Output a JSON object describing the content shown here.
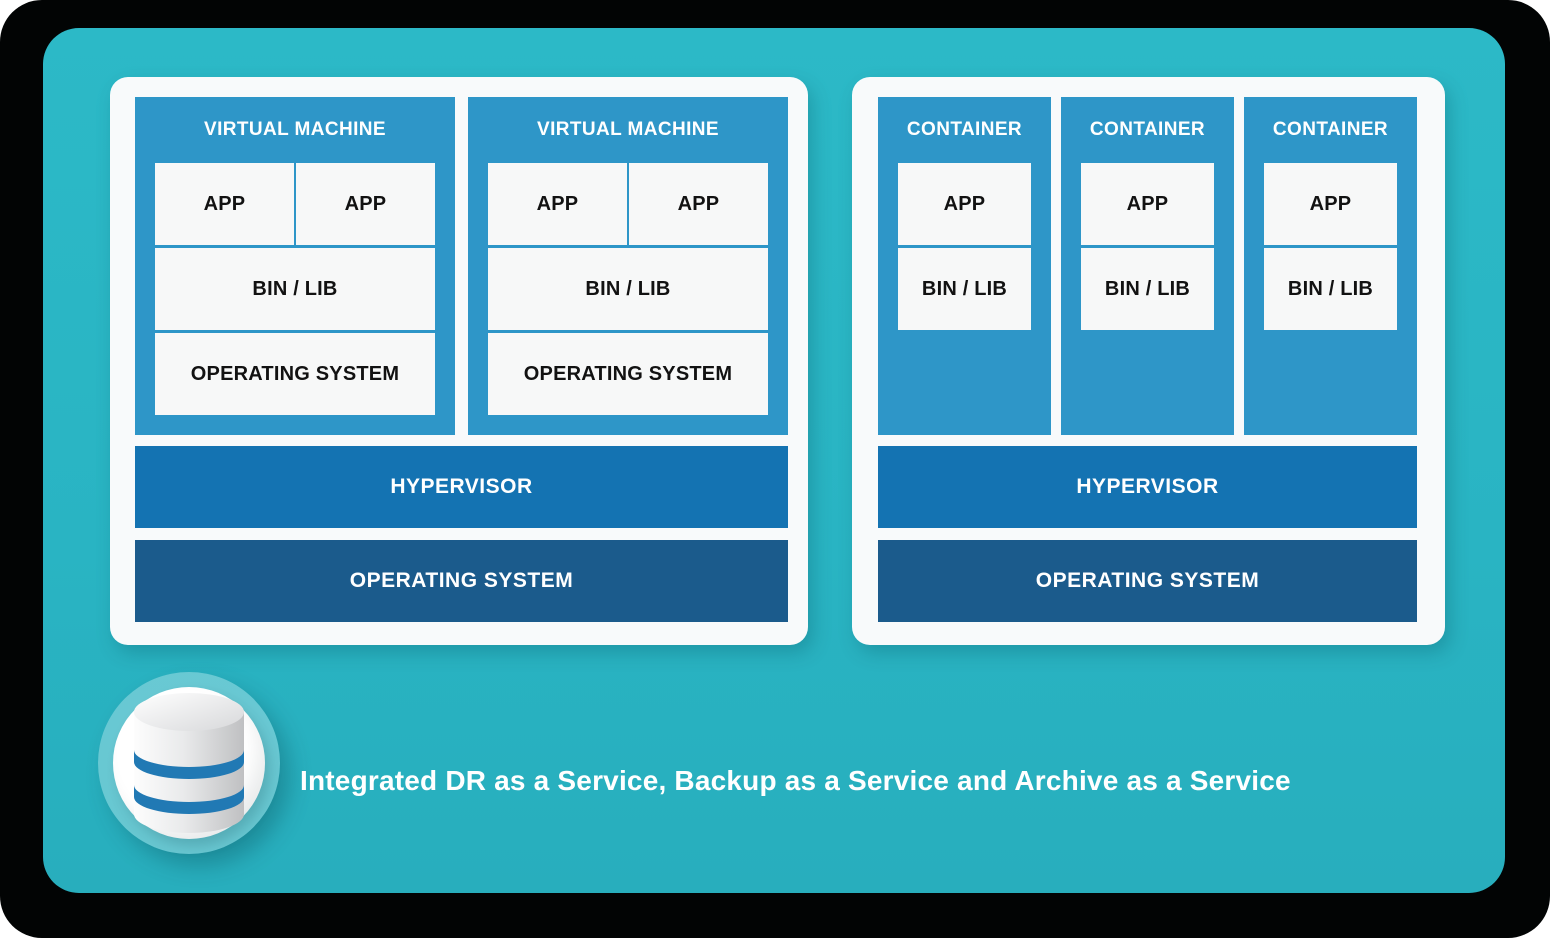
{
  "colors": {
    "outer_background": "#020404",
    "canvas_teal": "#29b4c3",
    "box_blue": "#2e96c8",
    "hypervisor_blue": "#1473b2",
    "os_dark_blue": "#1b5b8c",
    "panel_white": "#f8fafb",
    "cell_white": "#f7f8f8",
    "db_band_blue": "#2179b4"
  },
  "vm_panel": {
    "machines": [
      {
        "title": "VIRTUAL MACHINE",
        "app1": "APP",
        "app2": "APP",
        "binlib": "BIN / LIB",
        "os": "OPERATING SYSTEM"
      },
      {
        "title": "VIRTUAL MACHINE",
        "app1": "APP",
        "app2": "APP",
        "binlib": "BIN / LIB",
        "os": "OPERATING SYSTEM"
      }
    ],
    "hypervisor": "HYPERVISOR",
    "os": "OPERATING SYSTEM"
  },
  "container_panel": {
    "containers": [
      {
        "title": "CONTAINER",
        "app": "APP",
        "binlib": "BIN / LIB"
      },
      {
        "title": "CONTAINER",
        "app": "APP",
        "binlib": "BIN / LIB"
      },
      {
        "title": "CONTAINER",
        "app": "APP",
        "binlib": "BIN / LIB"
      }
    ],
    "hypervisor": "HYPERVISOR",
    "os": "OPERATING SYSTEM"
  },
  "footer": {
    "icon": "database-icon",
    "caption": "Integrated DR as a Service, Backup as a Service and Archive as a Service"
  }
}
